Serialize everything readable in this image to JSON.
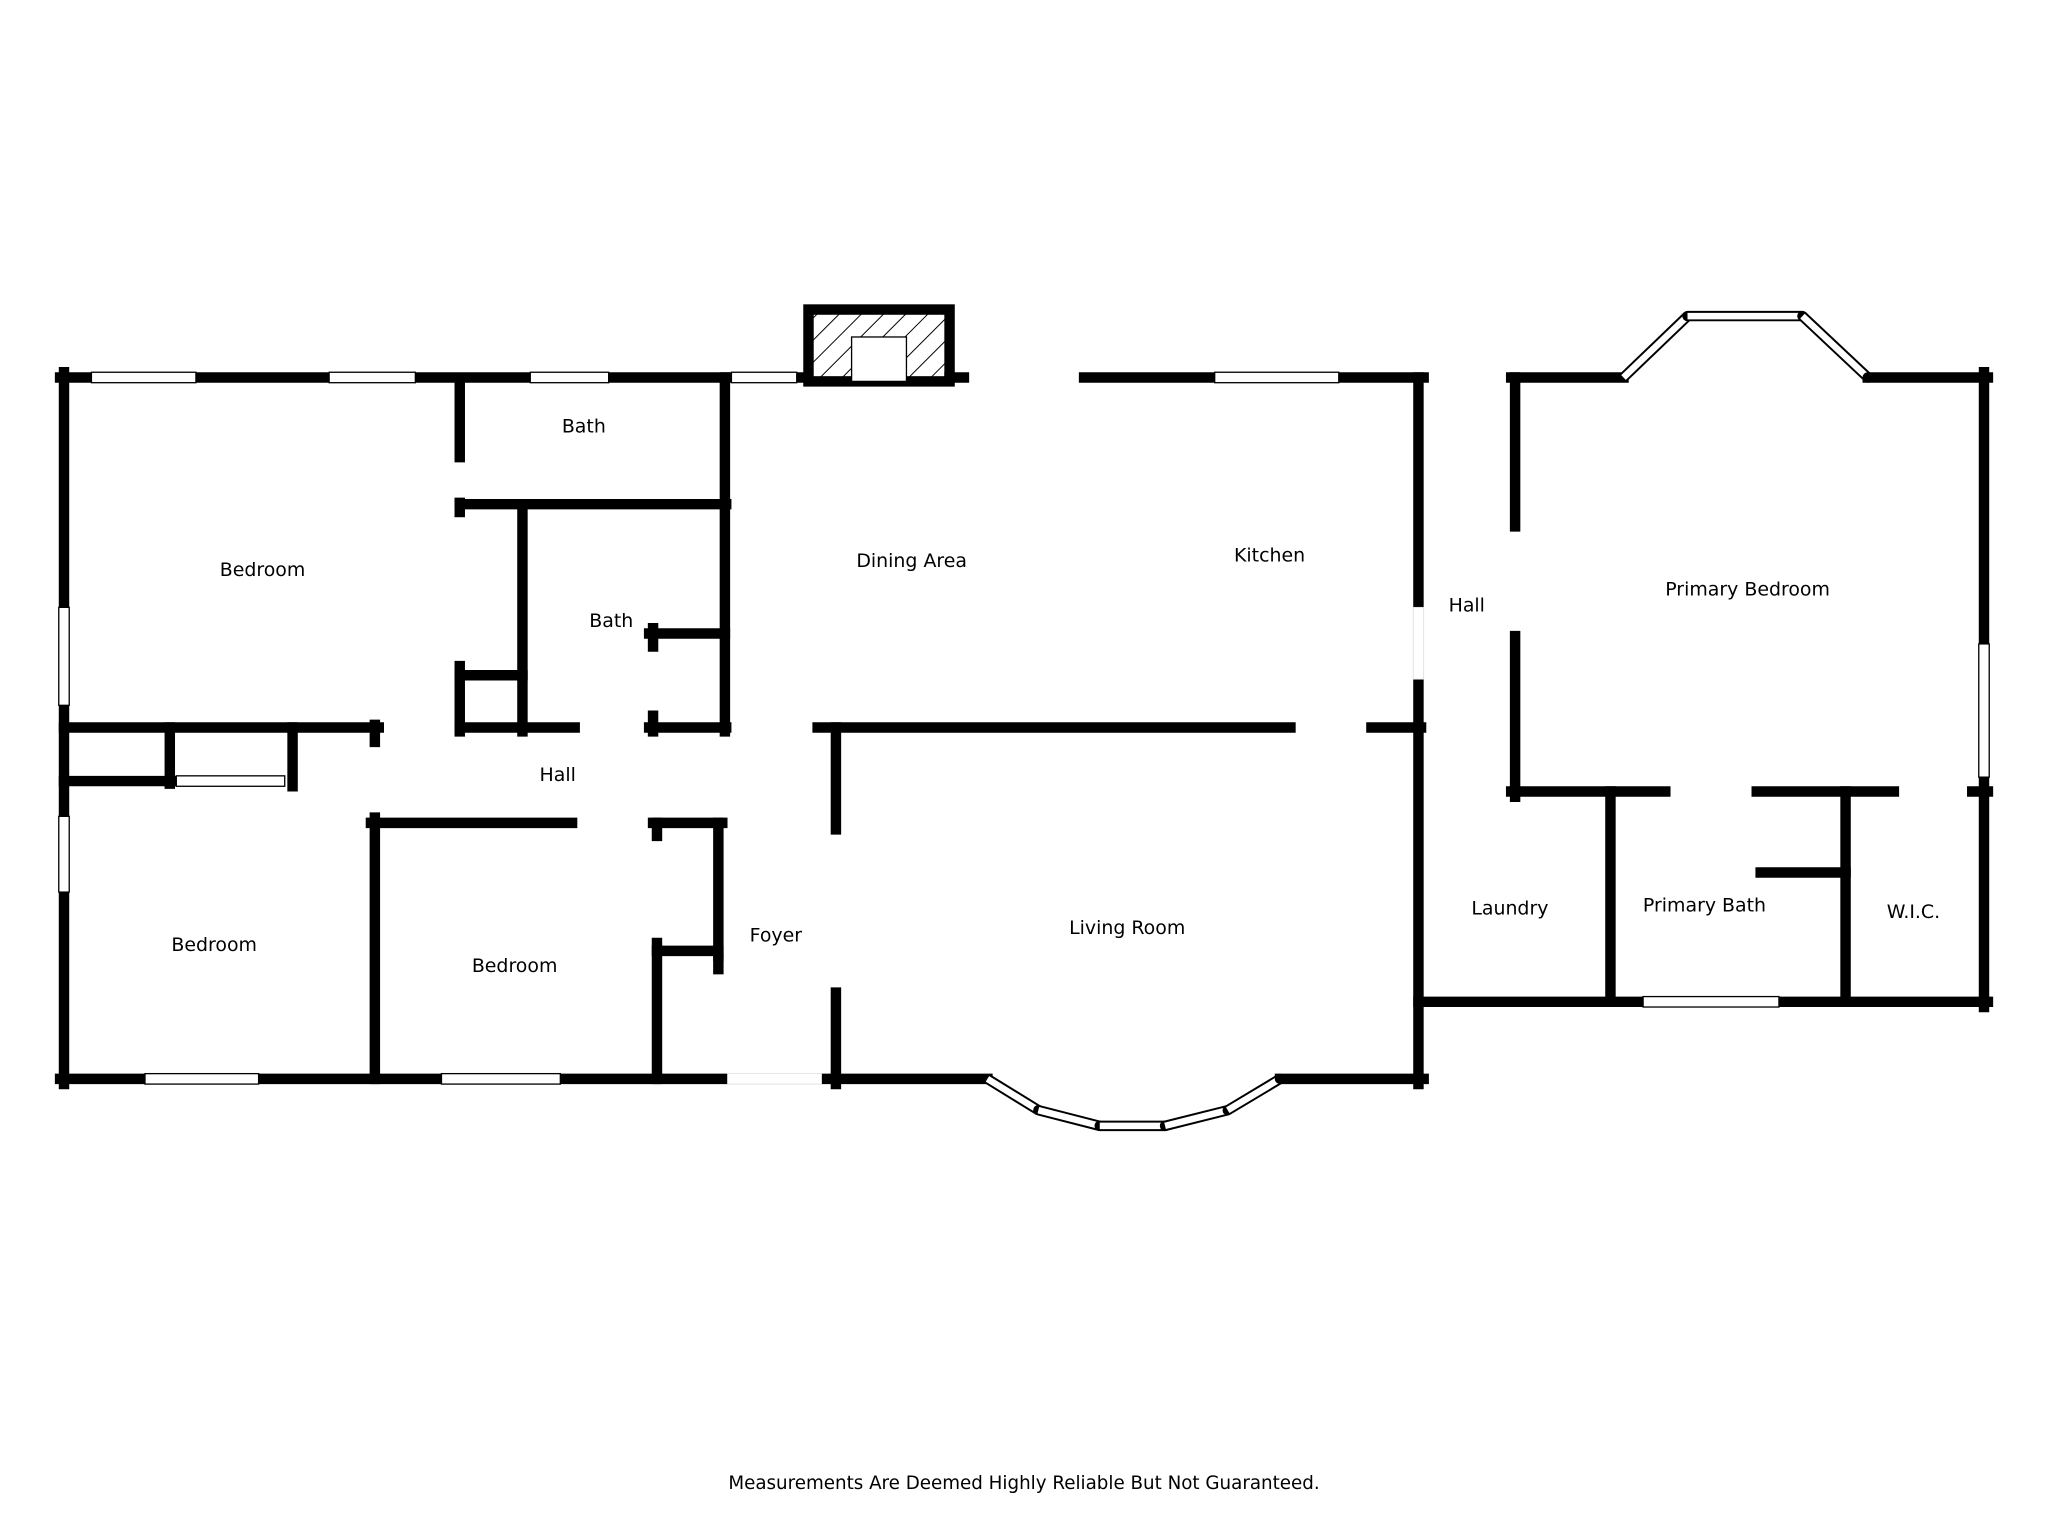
{
  "rooms": {
    "bedroom_nw": "Bedroom",
    "bath_top": "Bath",
    "bath_mid": "Bath",
    "dining": "Dining Area",
    "kitchen": "Kitchen",
    "hall_east": "Hall",
    "primary_bedroom": "Primary Bedroom",
    "hall_west": "Hall",
    "bedroom_sw": "Bedroom",
    "bedroom_s": "Bedroom",
    "foyer": "Foyer",
    "living": "Living Room",
    "laundry": "Laundry",
    "primary_bath": "Primary Bath",
    "wic": "W.I.C."
  },
  "footer": "Measurements Are Deemed Highly Reliable But Not Guaranteed.",
  "colors": {
    "wall": "#000000",
    "background": "#ffffff"
  }
}
